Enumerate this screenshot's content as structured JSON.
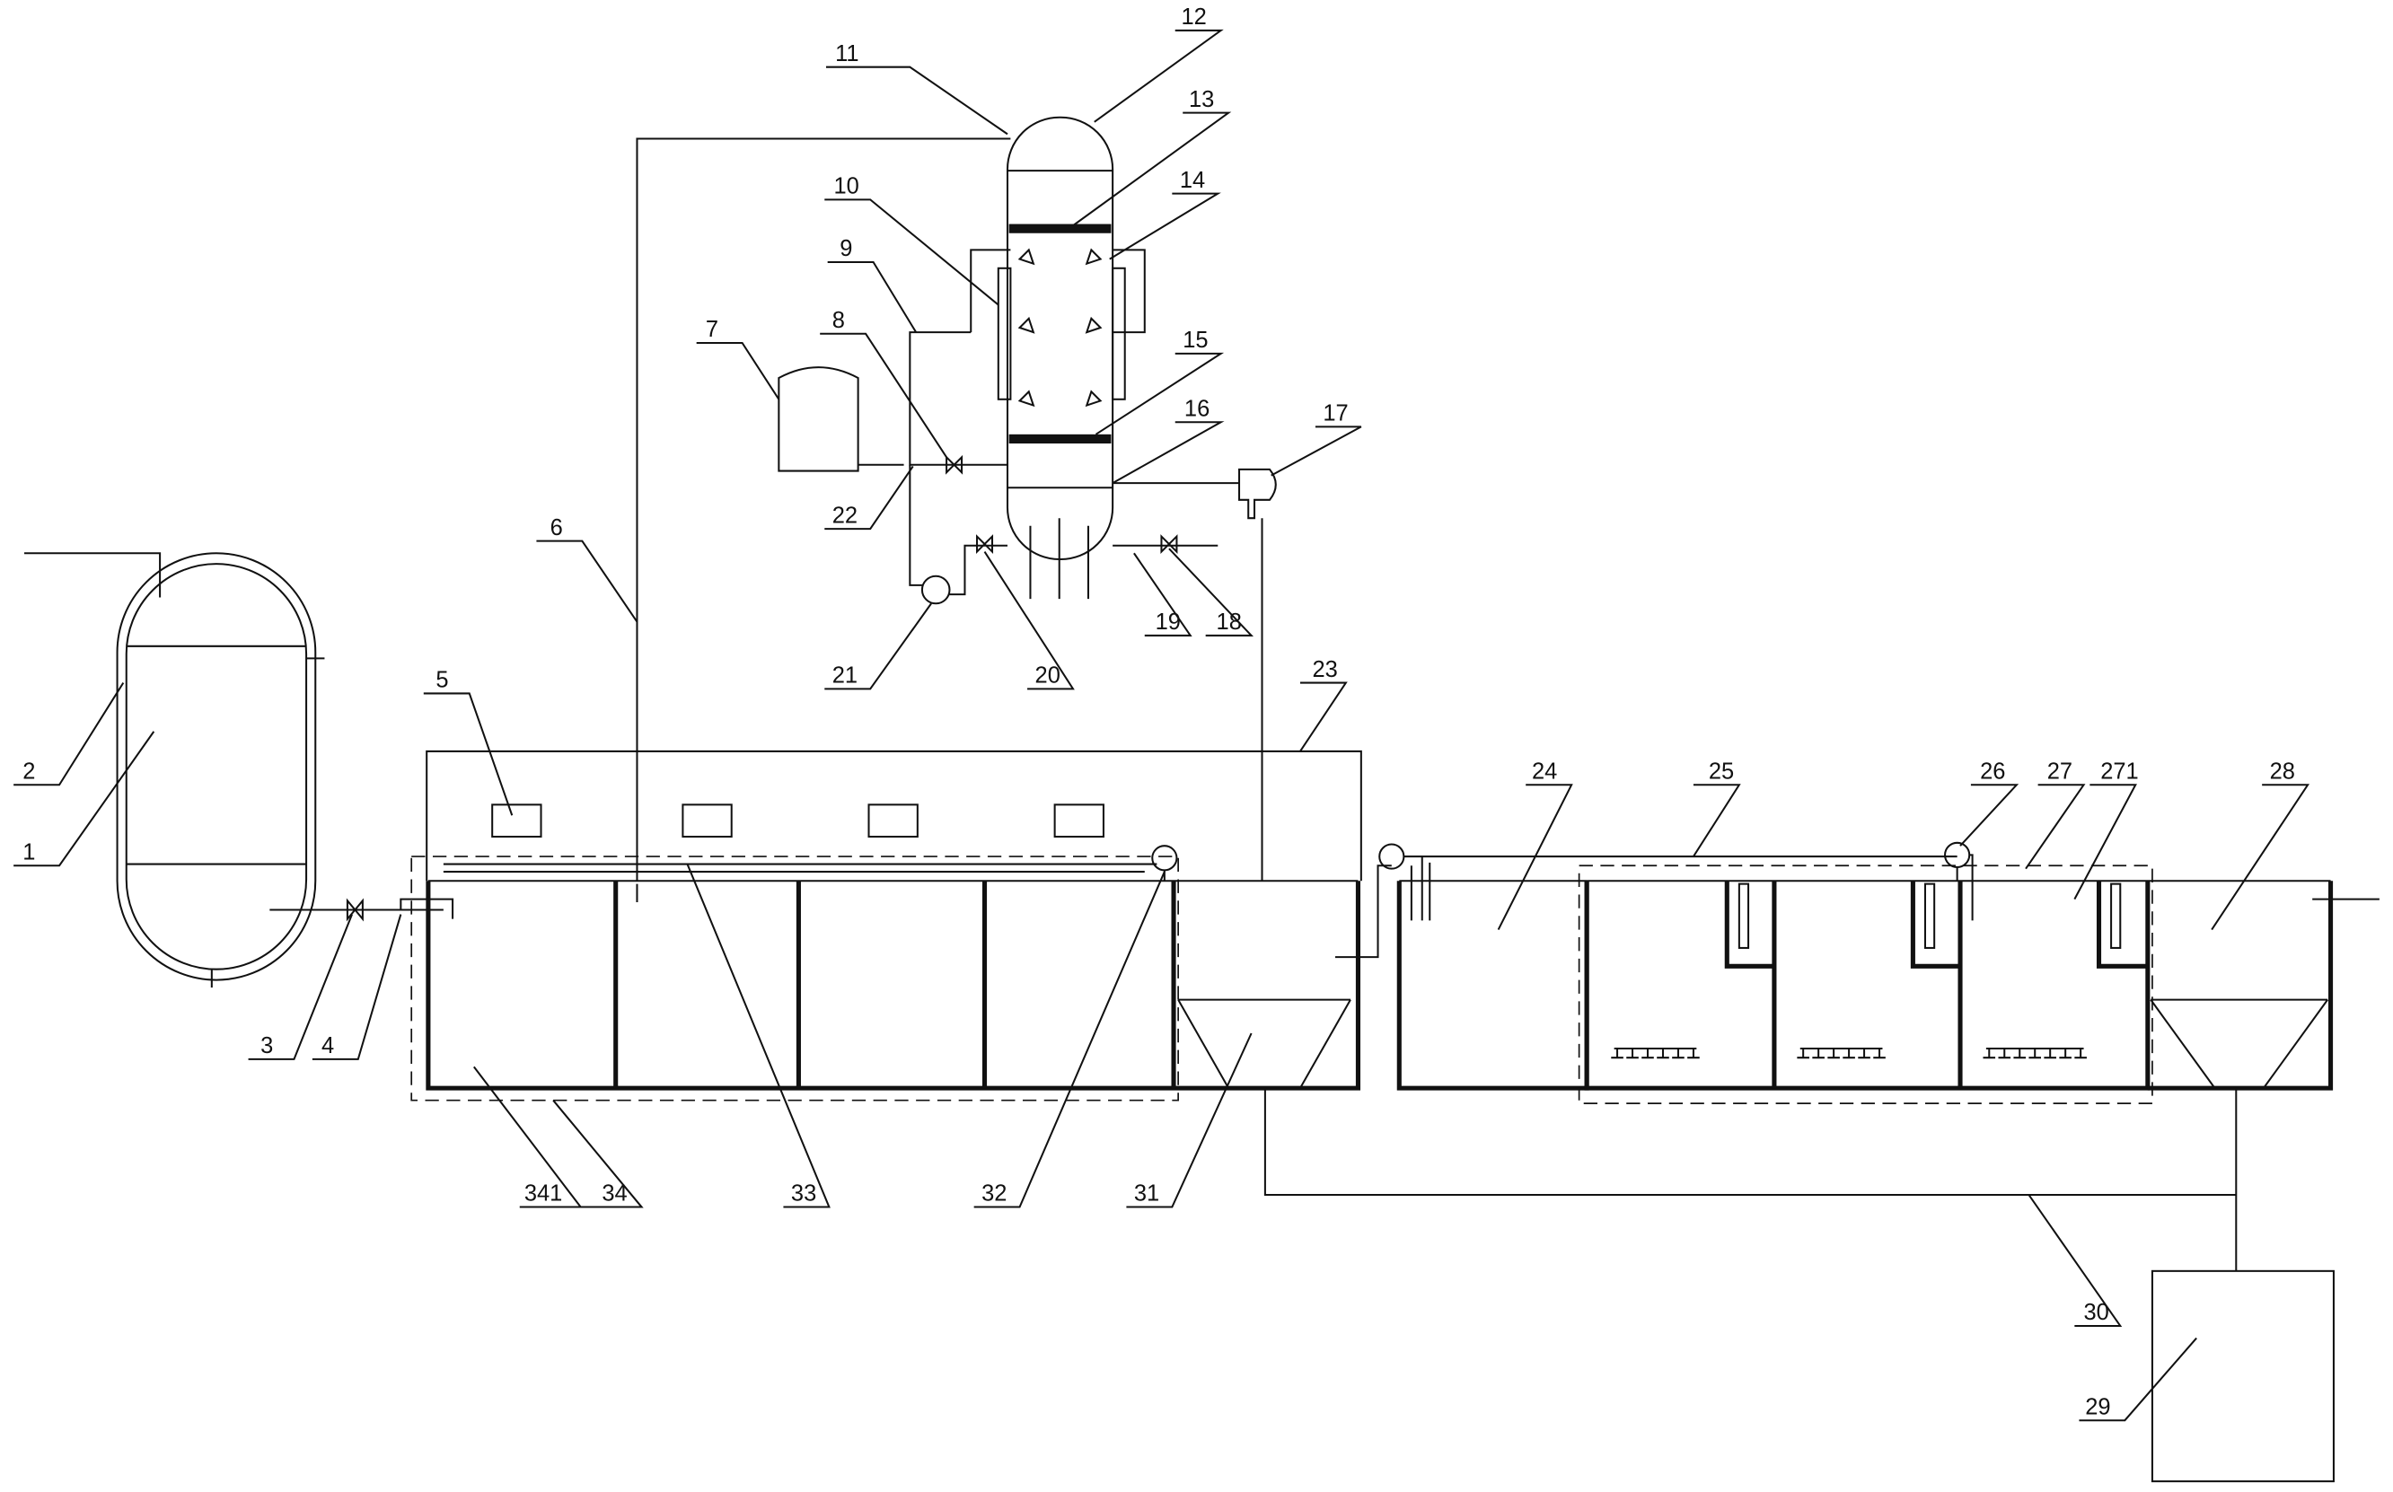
{
  "diagram": {
    "labels": {
      "l1": "1",
      "l2": "2",
      "l3": "3",
      "l4": "4",
      "l5": "5",
      "l6": "6",
      "l7": "7",
      "l8": "8",
      "l9": "9",
      "l10": "10",
      "l11": "11",
      "l12": "12",
      "l13": "13",
      "l14": "14",
      "l15": "15",
      "l16": "16",
      "l17": "17",
      "l18": "18",
      "l19": "19",
      "l20": "20",
      "l21": "21",
      "l22": "22",
      "l23": "23",
      "l24": "24",
      "l25": "25",
      "l26": "26",
      "l27": "27",
      "l271": "271",
      "l28": "28",
      "l29": "29",
      "l30": "30",
      "l31": "31",
      "l32": "32",
      "l33": "33",
      "l34": "34",
      "l341": "341"
    }
  }
}
